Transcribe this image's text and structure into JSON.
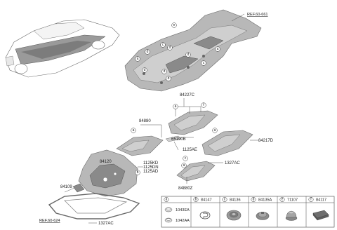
{
  "references": {
    "ref_top": "REF.60-661",
    "ref_bottom": "REF.60-624"
  },
  "parts": {
    "p84227C": "84227C",
    "p84880": "84880",
    "p65190B": "65190B",
    "p1125AE": "1125AE",
    "p84217D": "84217D",
    "p84120": "84120",
    "p1125KD": "1125KD",
    "p1125DN": "1125DN",
    "p1125AD": "1125AD",
    "p1327AC_a": "1327AC",
    "p84880Z": "84880Z",
    "p84109": "84109",
    "p1327AC_b": "1327AC"
  },
  "callouts": {
    "a": "a",
    "b": "b",
    "c": "c",
    "d": "d",
    "e": "e",
    "f": "f"
  },
  "legend": {
    "cells": [
      {
        "key": "a",
        "part": ""
      },
      {
        "key": "b",
        "part": "84147"
      },
      {
        "key": "c",
        "part": "84136"
      },
      {
        "key": "d",
        "part": "84135A"
      },
      {
        "key": "e",
        "part": "71107"
      },
      {
        "key": "f",
        "part": "84117"
      }
    ],
    "a_items": [
      "1043EA",
      "1042AA"
    ]
  }
}
